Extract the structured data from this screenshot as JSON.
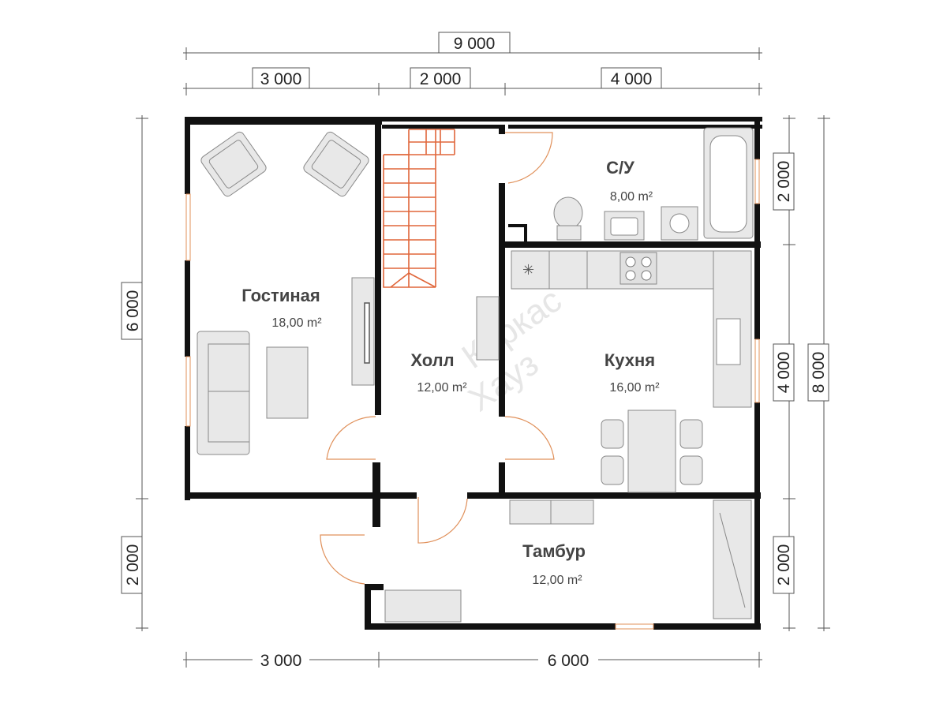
{
  "dimensions": {
    "top_total": "9 000",
    "top_1": "3 000",
    "top_2": "2 000",
    "top_3": "4 000",
    "bottom_1": "3 000",
    "bottom_2": "6 000",
    "left_1": "6 000",
    "left_2": "2 000",
    "right_1": "2 000",
    "right_2": "4 000",
    "right_3": "2 000",
    "right_total": "8 000"
  },
  "rooms": {
    "living": {
      "name": "Гостиная",
      "area": "18,00 m²"
    },
    "hall": {
      "name": "Холл",
      "area": "12,00 m²"
    },
    "bathroom": {
      "name": "С/У",
      "area": "8,00 m²"
    },
    "kitchen": {
      "name": "Кухня",
      "area": "16,00 m²"
    },
    "vestibule": {
      "name": "Тамбур",
      "area": "12,00 m²"
    }
  },
  "watermark": {
    "line1": "Каркас",
    "line2": "Хауз"
  },
  "colors": {
    "wall": "#111111",
    "door": "#e0905a",
    "stairs": "#e0663a",
    "furniture": "#e8e8e8"
  }
}
